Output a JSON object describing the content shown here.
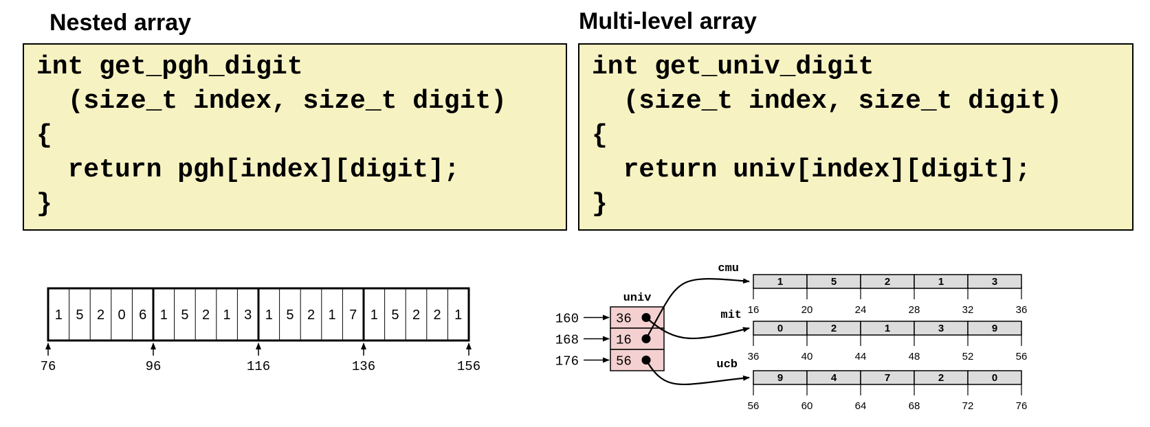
{
  "left_panel": {
    "heading": "Nested array",
    "code_lines": [
      "int get_pgh_digit",
      "  (size_t index, size_t digit)",
      "{",
      "  return pgh[index][digit];",
      "}"
    ]
  },
  "right_panel": {
    "heading": "Multi-level array",
    "code_lines": [
      "int get_univ_digit",
      "  (size_t index, size_t digit)",
      "{",
      "  return univ[index][digit];",
      "}"
    ]
  },
  "nested_array": {
    "digits": [
      1,
      5,
      2,
      0,
      6,
      1,
      5,
      2,
      1,
      3,
      1,
      5,
      2,
      1,
      7,
      1,
      5,
      2,
      2,
      1
    ],
    "addresses": [
      "76",
      "96",
      "116",
      "136",
      "156"
    ]
  },
  "multilevel_array": {
    "pointer_array_label": "univ",
    "pointer_addresses": [
      "160",
      "168",
      "176"
    ],
    "pointer_values": [
      "36",
      "16",
      "56"
    ],
    "rows": [
      {
        "label": "cmu",
        "values": [
          "1",
          "5",
          "2",
          "1",
          "3"
        ],
        "addresses": [
          "16",
          "20",
          "24",
          "28",
          "32",
          "36"
        ]
      },
      {
        "label": "mit",
        "values": [
          "0",
          "2",
          "1",
          "3",
          "9"
        ],
        "addresses": [
          "36",
          "40",
          "44",
          "48",
          "52",
          "56"
        ]
      },
      {
        "label": "ucb",
        "values": [
          "9",
          "4",
          "7",
          "2",
          "0"
        ],
        "addresses": [
          "56",
          "60",
          "64",
          "68",
          "72",
          "76"
        ]
      }
    ]
  },
  "colors": {
    "code_background": "#f6f2c2",
    "pointer_cell_fill": "#f4d0d0",
    "row_cell_fill": "#dcdcdc"
  }
}
